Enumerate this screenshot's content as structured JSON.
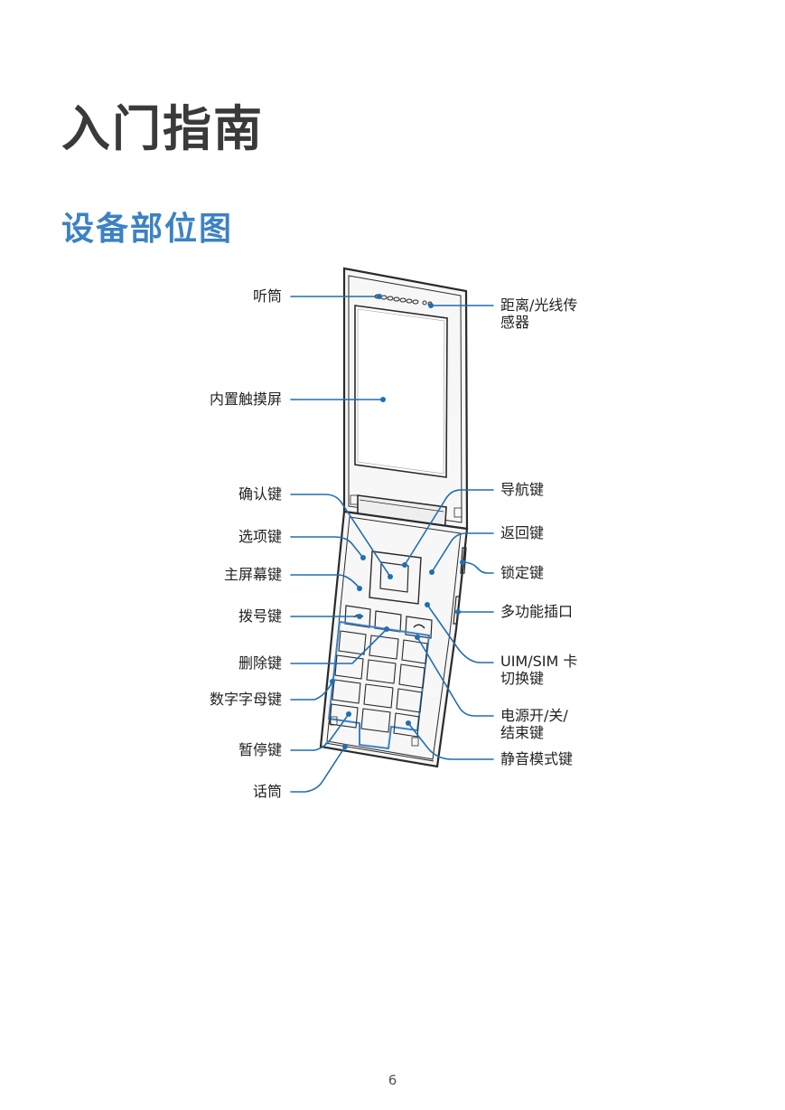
{
  "chapter_title": "入门指南",
  "section_title": "设备部位图",
  "labels": {
    "earpiece": "听筒",
    "inner_touchscreen": "内置触摸屏",
    "confirm_key": "确认键",
    "options_key": "选项键",
    "home_key": "主屏幕键",
    "dial_key": "拨号键",
    "delete_key": "删除键",
    "alphanumeric_keys": "数字字母键",
    "pause_key": "暂停键",
    "microphone": "话筒",
    "proximity_sensor_line1": "距离/光线传",
    "proximity_sensor_line2": "感器",
    "navigation_key": "导航键",
    "back_key": "返回键",
    "lock_key": "锁定键",
    "multipurpose_jack": "多功能插口",
    "sim_switch_line1": "UIM/SIM 卡",
    "sim_switch_line2": "切换键",
    "power_end_line1": "电源开/关/",
    "power_end_line2": "结束键",
    "silent_mode_key": "静音模式键"
  },
  "page_number": "6",
  "colors": {
    "accent": "#3b82c4",
    "callout": "#1f6fb2",
    "outline": "#2a2a2a"
  }
}
